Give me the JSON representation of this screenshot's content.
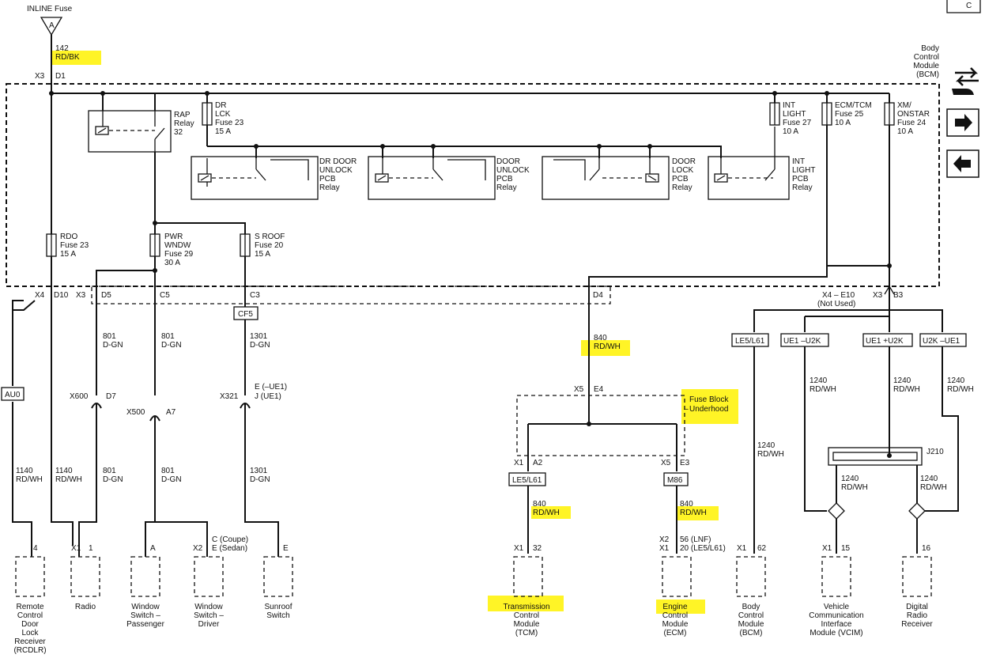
{
  "corner_label": "C",
  "inline_fuse": {
    "title": "INLINE Fuse",
    "symbol": "A"
  },
  "top_wire": {
    "number": "142",
    "color": "RD/BK"
  },
  "bcm": {
    "name": [
      "Body",
      "Control",
      "Module",
      "(BCM)"
    ],
    "connector": "X3",
    "pin": "D1"
  },
  "relays": {
    "rap": [
      "RAP",
      "Relay",
      "32"
    ],
    "dr_door_unlock": [
      "DR DOOR",
      "UNLOCK",
      "PCB",
      "Relay"
    ],
    "door_unlock": [
      "DOOR",
      "UNLOCK",
      "PCB",
      "Relay"
    ],
    "door_lock": [
      "DOOR",
      "LOCK",
      "PCB",
      "Relay"
    ],
    "int_light": [
      "INT",
      "LIGHT",
      "PCB",
      "Relay"
    ]
  },
  "fuses": {
    "dr_lck": [
      "DR",
      "LCK",
      "Fuse 23",
      "15 A"
    ],
    "int_light": [
      "INT",
      "LIGHT",
      "Fuse 27",
      "10 A"
    ],
    "ecm_tcm": [
      "ECM/TCM",
      "Fuse 25",
      "10 A"
    ],
    "xm_onstar": [
      "XM/",
      "ONSTAR",
      "Fuse 24",
      "10 A"
    ],
    "rdo": [
      "RDO",
      "Fuse 23",
      "15 A"
    ],
    "pwr_wndw": [
      "PWR",
      "WNDW",
      "Fuse 29",
      "30 A"
    ],
    "s_roof": [
      "S ROOF",
      "Fuse 20",
      "15 A"
    ]
  },
  "pins": {
    "x4": "X4",
    "d10": "D10",
    "x3": "X3",
    "d5": "D5",
    "c5": "C5",
    "c3": "C3",
    "d4": "D4",
    "x4_e10": "X4 – E10",
    "not_used": "(Not Used)",
    "x3b": "X3",
    "b3": "B3"
  },
  "option_boxes": {
    "cf5": "CF5",
    "au0": "AU0",
    "le5_l61_tcm": "LE5/L61",
    "m86": "M86",
    "le5_l61_bcm": "LE5/L61",
    "ue1_u2k": "UE1 –U2K",
    "ue1_plus_u2k": "UE1 +U2K",
    "u2k_ue1": "U2K –UE1"
  },
  "wires": {
    "w801a": [
      "801",
      "D-GN"
    ],
    "w801b": [
      "801",
      "D-GN"
    ],
    "w1301": [
      "1301",
      "D-GN"
    ],
    "w840": [
      "840",
      "RD/WH"
    ],
    "w1140a": [
      "1140",
      "RD/WH"
    ],
    "w1140b": [
      "1140",
      "RD/WH"
    ],
    "w801c": [
      "801",
      "D-GN"
    ],
    "w801d": [
      "801",
      "D-GN"
    ],
    "w1301b": [
      "1301",
      "D-GN"
    ],
    "w840_tcm": [
      "840",
      "RD/WH"
    ],
    "w840_ecm": [
      "840",
      "RD/WH"
    ],
    "w1240_bcm": [
      "1240",
      "RD/WH"
    ],
    "w1240_a": [
      "1240",
      "RD/WH"
    ],
    "w1240_b": [
      "1240",
      "RD/WH"
    ],
    "w1240_c": [
      "1240",
      "RD/WH"
    ],
    "w1240_d": [
      "1240",
      "RD/WH"
    ],
    "w1240_e": [
      "1240",
      "RD/WH"
    ]
  },
  "inline_connectors": {
    "x600": [
      "X600",
      "D7"
    ],
    "x500": [
      "X500",
      "A7"
    ],
    "x321": [
      "X321",
      "E (–UE1)",
      "J (UE1)"
    ]
  },
  "fuse_block": {
    "name": [
      "Fuse Block",
      "–",
      "Underhood"
    ],
    "x5": "X5",
    "e4": "E4"
  },
  "splice": "J210",
  "tcm_conn": {
    "x1": "X1",
    "a2": "A2"
  },
  "ecm_conn": {
    "x5": "X5",
    "e3": "E3"
  },
  "components": [
    {
      "pin": "4",
      "conn": "",
      "name": [
        "Remote",
        "Control",
        "Door",
        "Lock",
        "Receiver",
        "(RCDLR)"
      ]
    },
    {
      "pin": "1",
      "conn": "X1",
      "name": [
        "Radio"
      ]
    },
    {
      "pin": "A",
      "conn": "",
      "name": [
        "Window",
        "Switch –",
        "Passenger"
      ]
    },
    {
      "pin": "C (Coupe)",
      "pin2": "E (Sedan)",
      "conn": "X2",
      "name": [
        "Window",
        "Switch –",
        "Driver"
      ]
    },
    {
      "pin": "E",
      "conn": "",
      "name": [
        "Sunroof",
        "Switch"
      ]
    },
    {
      "pin": "32",
      "conn": "X1",
      "name": [
        "Transmission",
        "Control",
        "Module",
        "(TCM)"
      ]
    },
    {
      "pin": "56 (LNF)",
      "pin2": "20 (LE5/L61)",
      "conn": "X2",
      "conn2": "X1",
      "name": [
        "Engine",
        "Control",
        "Module",
        "(ECM)"
      ]
    },
    {
      "pin": "62",
      "conn": "X1",
      "name": [
        "Body",
        "Control",
        "Module",
        "(BCM)"
      ]
    },
    {
      "pin": "15",
      "conn": "X1",
      "name": [
        "Vehicle",
        "Communication",
        "Interface",
        "Module (VCIM)"
      ]
    },
    {
      "pin": "16",
      "conn": "",
      "name": [
        "Digital",
        "Radio",
        "Receiver"
      ]
    }
  ],
  "nav_icons": [
    "switch-icon",
    "arrow-right-icon",
    "arrow-left-icon"
  ],
  "colors": {
    "highlight": "#fff200",
    "line": "#111111"
  }
}
